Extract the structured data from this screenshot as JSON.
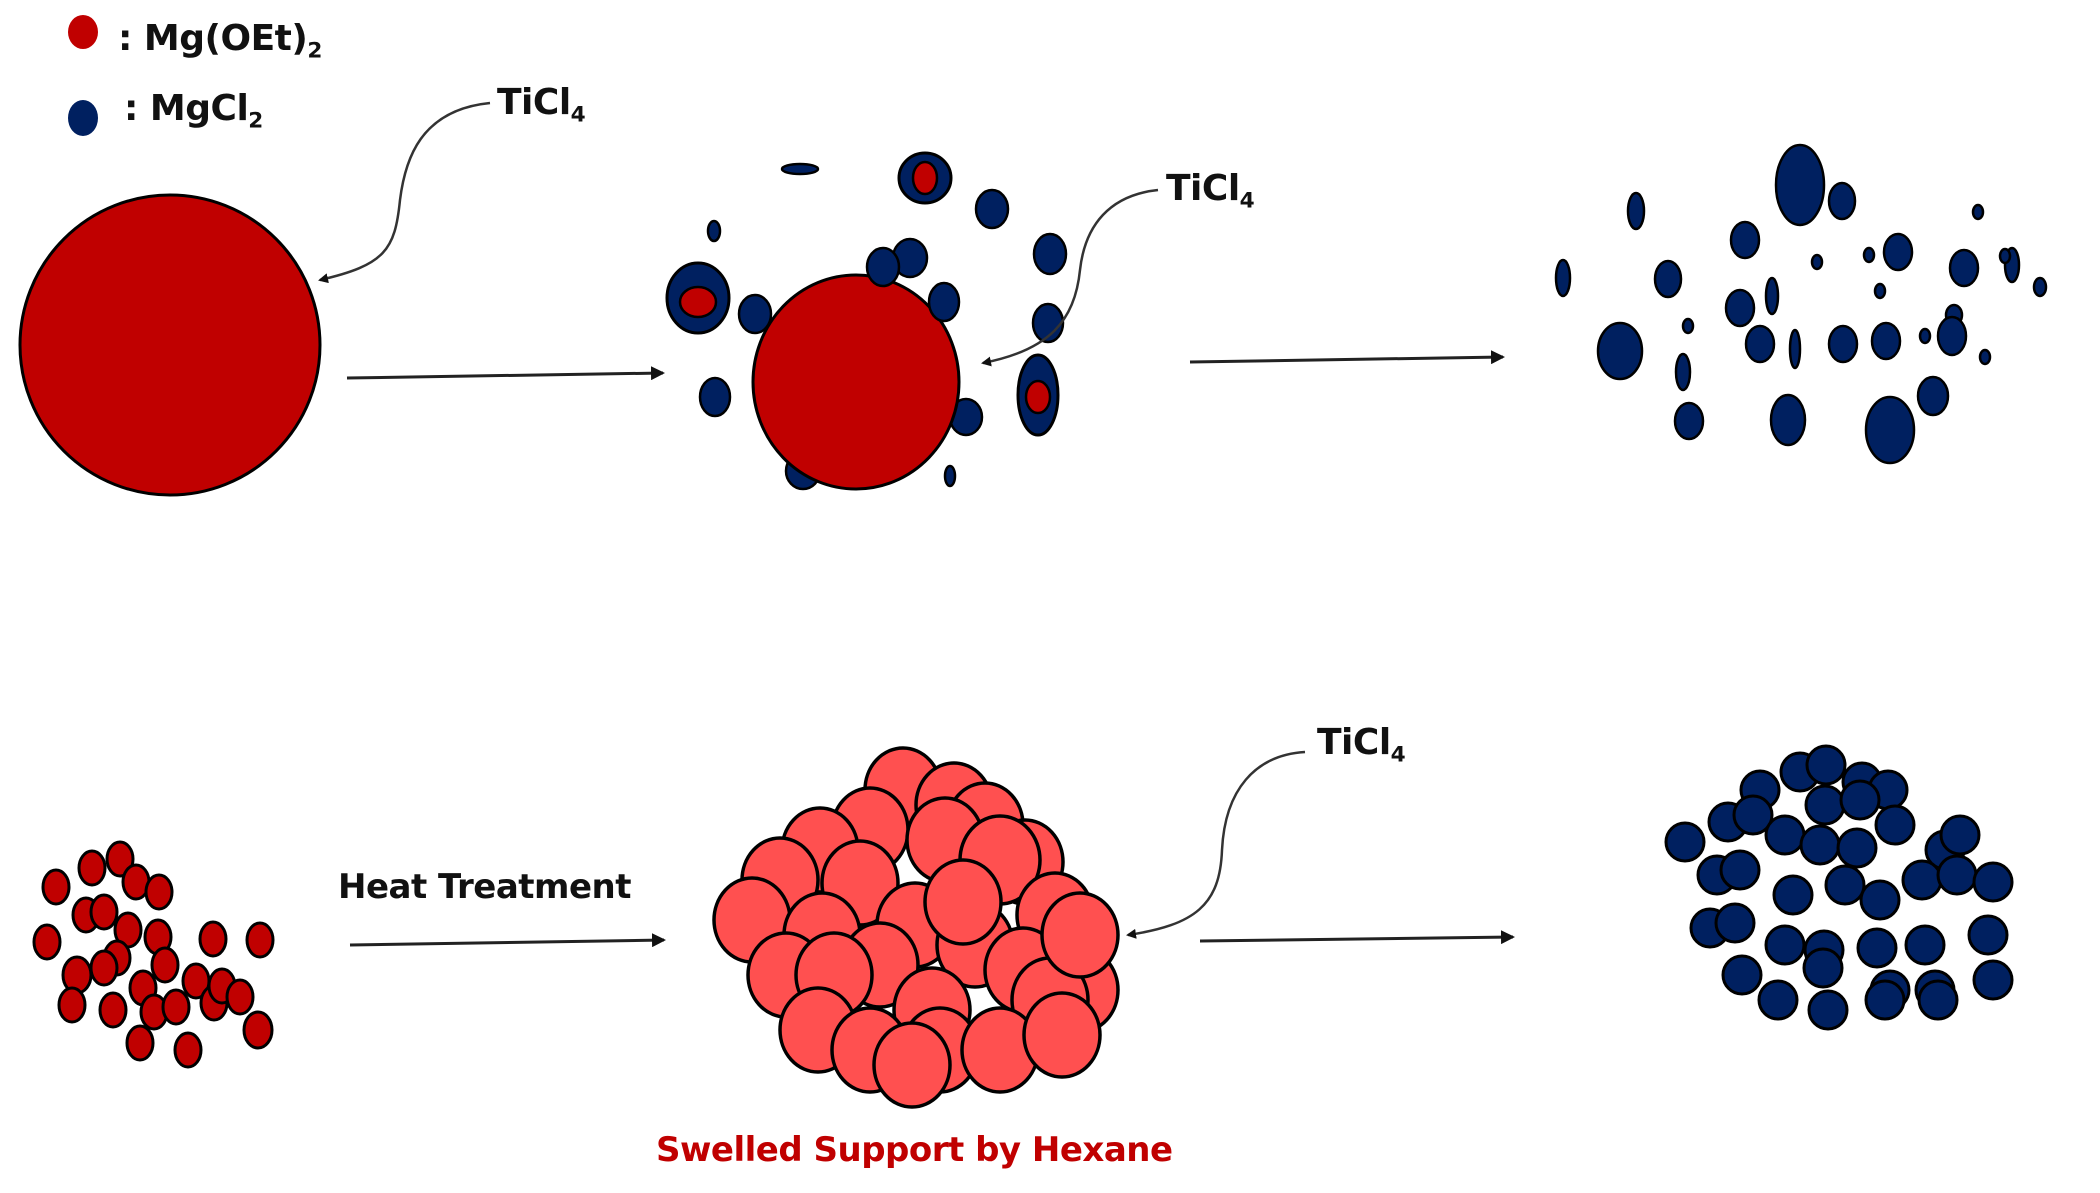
{
  "colors": {
    "mg_oet2": "#C00000",
    "mgcl2": "#002060",
    "swelled": "#FF5050",
    "outline": "#000000",
    "caption": "#C00000"
  },
  "legend": [
    {
      "symbol": "red-circle",
      "prefix": ": Mg(OEt)",
      "subscript": "2",
      "meaning": "Mg(OEt)2"
    },
    {
      "symbol": "blue-circle",
      "prefix": ": MgCl",
      "subscript": "2",
      "meaning": "MgCl2"
    }
  ],
  "reagent_labels": [
    {
      "main": "TiCl",
      "subscript": "4"
    },
    {
      "main": "TiCl",
      "subscript": "4"
    },
    {
      "main": "TiCl",
      "subscript": "4"
    }
  ],
  "process_labels": {
    "heat_treatment": "Heat Treatment",
    "caption": "Swelled Support by Hexane"
  },
  "rows": [
    {
      "name": "direct-chlorination",
      "stages": [
        "Mg(OEt)2 particle",
        "partially chlorinated particle with MgCl2 fragments",
        "dispersed MgCl2 fragments"
      ]
    },
    {
      "name": "heat-treated-swelled",
      "stages": [
        "Mg(OEt)2 particles",
        "swelled support by hexane",
        "aggregated MgCl2 particles"
      ]
    }
  ]
}
